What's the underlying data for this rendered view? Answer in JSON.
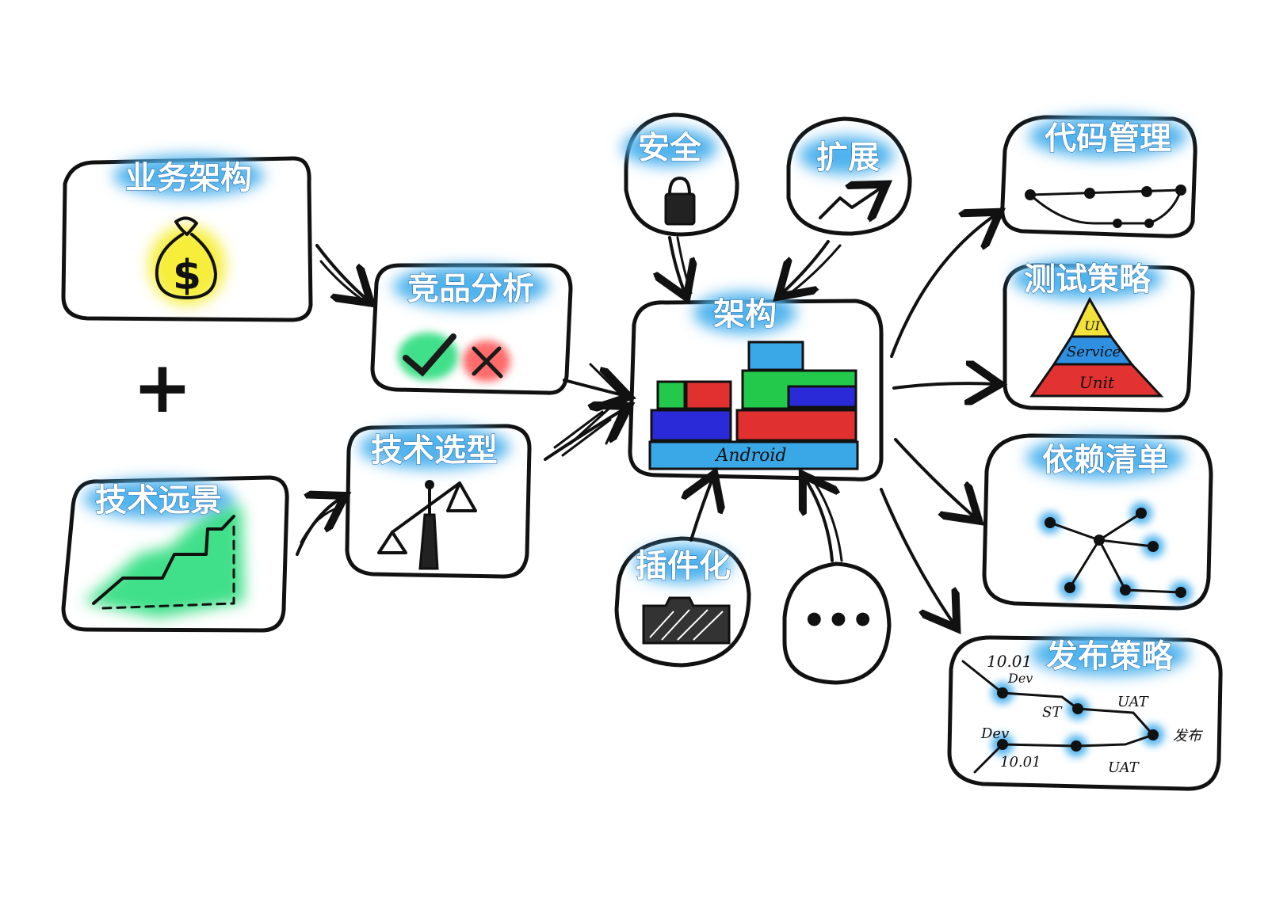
{
  "nodes": {
    "business": {
      "label": "业务架构",
      "icon": "money-bag-icon"
    },
    "vision": {
      "label": "技术远景",
      "icon": "growth-chart-icon"
    },
    "plus": {
      "label": "+"
    },
    "competitor": {
      "label": "竞品分析",
      "icon": "check-cross-icon"
    },
    "tech_selection": {
      "label": "技术选型",
      "icon": "balance-scale-icon"
    },
    "security": {
      "label": "安全",
      "icon": "lock-icon"
    },
    "extension": {
      "label": "扩展",
      "icon": "trend-arrow-icon"
    },
    "architecture": {
      "label": "架构",
      "base_layer": "Android",
      "colors": {
        "green": "#22c94a",
        "red": "#e03030",
        "blue": "#2a2ad8",
        "cyan": "#3aa8e6"
      }
    },
    "plugin": {
      "label": "插件化",
      "icon": "puzzle-block-icon"
    },
    "more": {
      "label": "•••"
    },
    "code_management": {
      "label": "代码管理",
      "icon": "branch-graph-icon"
    },
    "test_strategy": {
      "label": "测试策略",
      "pyramid": [
        "UI",
        "Service",
        "Unit"
      ],
      "colors": [
        "#f3e23a",
        "#2f8fe0",
        "#e23232"
      ]
    },
    "dependency_list": {
      "label": "依赖清单",
      "icon": "dependency-graph-icon"
    },
    "release_strategy": {
      "label": "发布策略",
      "annotations": [
        "10.01",
        "Dev",
        "ST",
        "UAT",
        "Dev",
        "10.01",
        "UAT",
        "发布"
      ]
    }
  },
  "colors": {
    "label_highlight": "#4fb3ee",
    "money": "#f6ee3a",
    "green_highlight": "#3fe08a",
    "check": "#1fbf3a",
    "cross": "#e23030"
  }
}
